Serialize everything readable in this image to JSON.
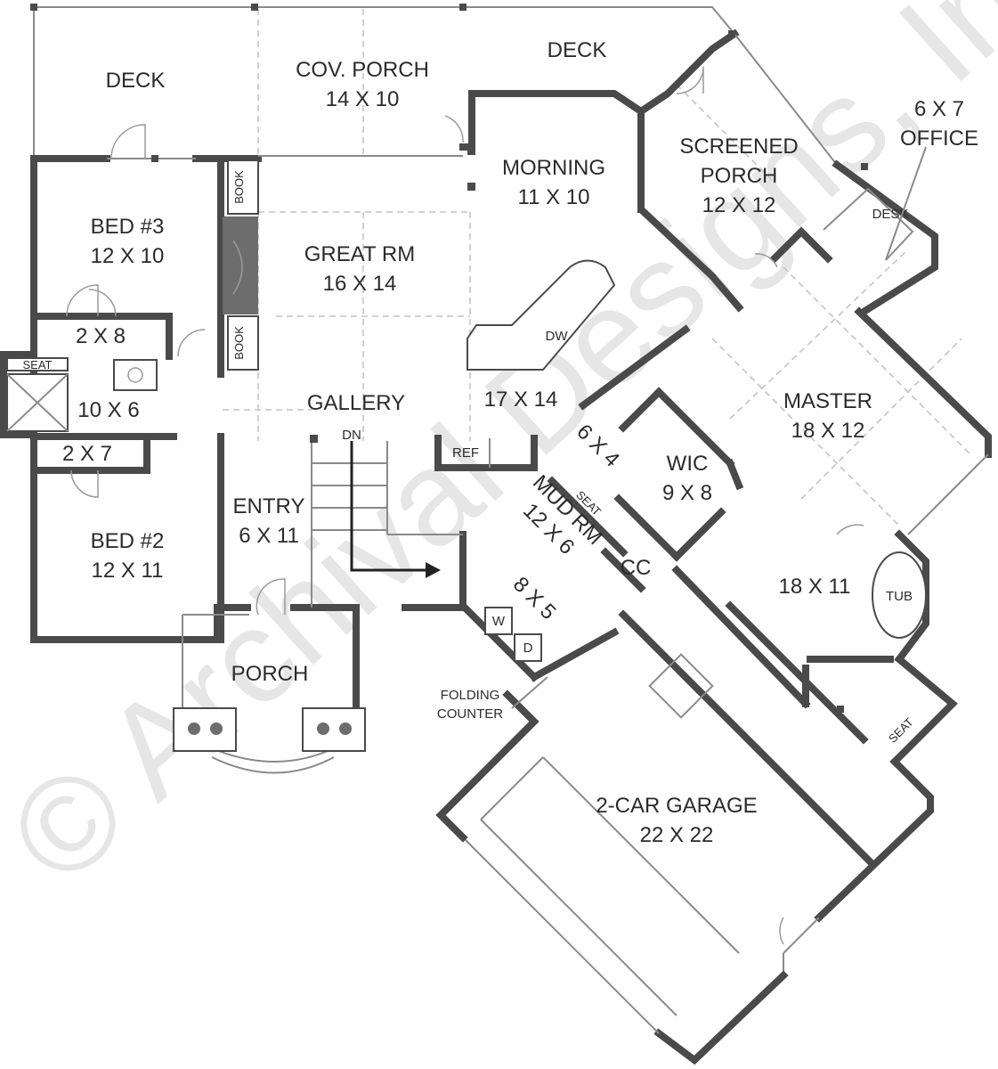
{
  "watermark": "© Archival Designs, Inc.",
  "rooms": {
    "deck_left": [
      "DECK"
    ],
    "cov_porch": [
      "COV. PORCH",
      "14 X 10"
    ],
    "deck_right": [
      "DECK"
    ],
    "morning": [
      "MORNING",
      "11 X 10"
    ],
    "screened_porch": [
      "SCREENED",
      "PORCH",
      "12 X 12"
    ],
    "office": [
      "6 X 7",
      "OFFICE"
    ],
    "bed3": [
      "BED #3",
      "12 X 10"
    ],
    "great_rm": [
      "GREAT RM",
      "16 X 14"
    ],
    "closet_2x8": [
      "2 X 8"
    ],
    "bath_10x6": [
      "10 X 6"
    ],
    "closet_2x7": [
      "2 X 7"
    ],
    "gallery": [
      "GALLERY"
    ],
    "kitchen": [
      "17 X 14"
    ],
    "master": [
      "MASTER",
      "18 X 12"
    ],
    "pantry": [
      "6 X 4"
    ],
    "wic": [
      "WIC",
      "9 X 8"
    ],
    "entry": [
      "ENTRY",
      "6 X 11"
    ],
    "bed2": [
      "BED #2",
      "12 X 11"
    ],
    "mud_rm": [
      "MUD RM",
      "12 X 6"
    ],
    "cc": [
      "CC"
    ],
    "laundry": [
      "8 X 5"
    ],
    "master_bath": [
      "18 X 11"
    ],
    "porch": [
      "PORCH"
    ],
    "garage": [
      "2-CAR GARAGE",
      "22 X 22"
    ]
  },
  "fixtures": {
    "book_top": "BOOK",
    "book_bottom": "BOOK",
    "seat_bath": "SEAT",
    "seat_mud": "SEAT",
    "seat_master": "SEAT",
    "desk": "DESK",
    "dw": "DW",
    "ref": "REF",
    "tub": "TUB",
    "washer": "W",
    "dryer": "D",
    "dn": "DN",
    "folding_counter": [
      "FOLDING",
      "COUNTER"
    ]
  }
}
